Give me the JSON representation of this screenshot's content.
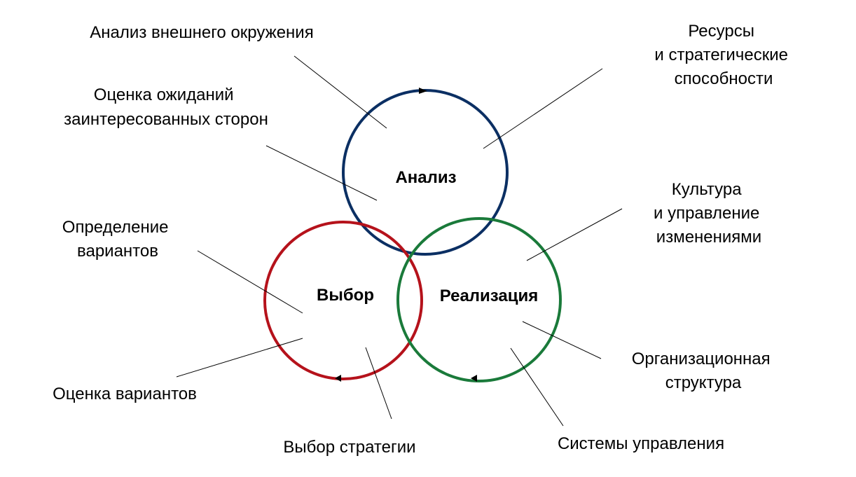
{
  "colors": {
    "analysis": "#0b2f63",
    "choice": "#b5121b",
    "implementation": "#1a7a3a",
    "text": "#000000"
  },
  "circles": {
    "analysis": "Анализ",
    "choice": "Выбор",
    "implementation": "Реализация"
  },
  "labels": {
    "external_env": "Анализ внешнего окружения",
    "stakeholders": [
      "Оценка ожиданий",
      "заинтересованных сторон"
    ],
    "resources": [
      "Ресурсы",
      "и стратегические",
      "способности"
    ],
    "culture": [
      "Культура",
      "и управление",
      "изменениями"
    ],
    "options": [
      "Определение",
      "вариантов"
    ],
    "evaluation": "Оценка вариантов",
    "strategy_choice": "Выбор стратегии",
    "org_structure": [
      "Организационная",
      "структура"
    ],
    "management_systems": "Системы управления"
  }
}
